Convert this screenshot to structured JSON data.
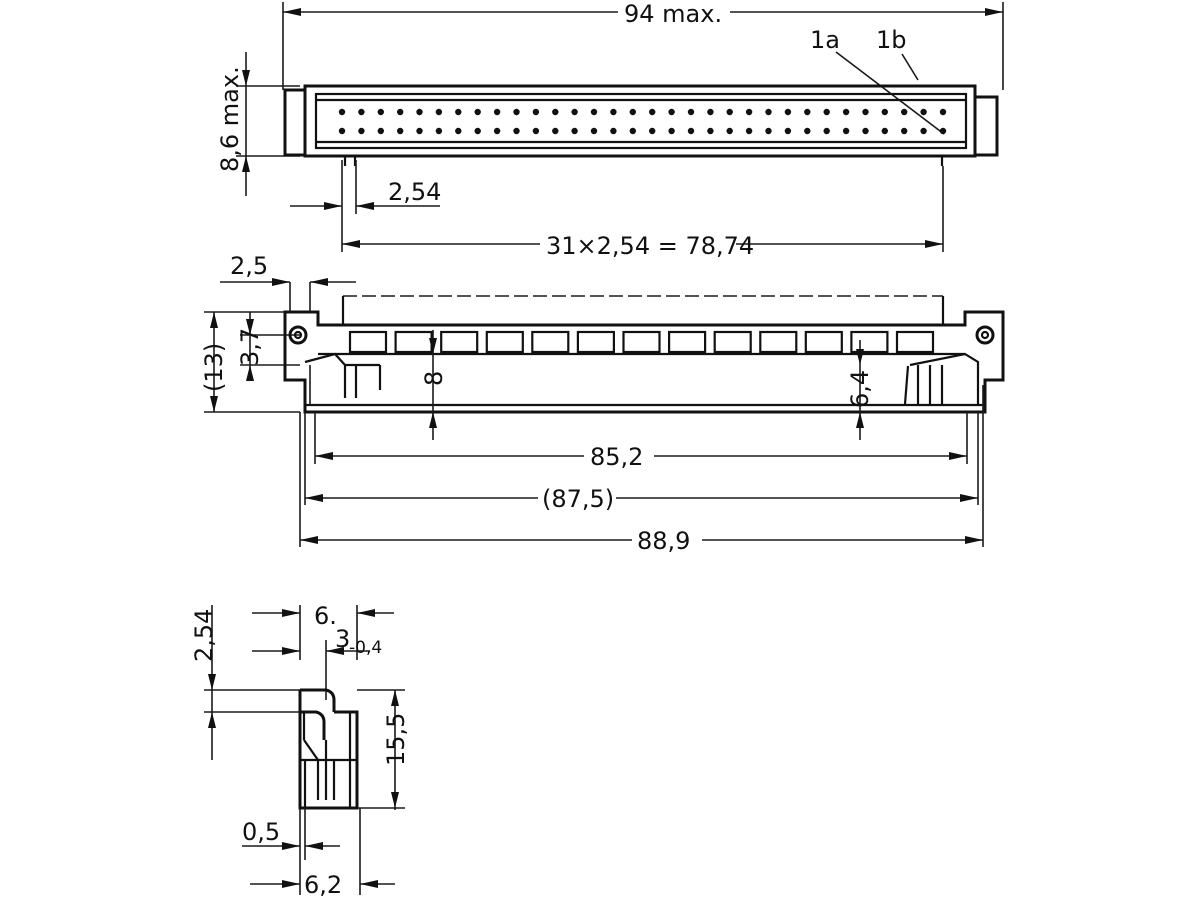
{
  "labels": {
    "width_max": "94 max.",
    "pin_1a": "1a",
    "pin_1b": "1b",
    "height_max": "8,6 max.",
    "pitch": "2,54",
    "pitch_span": "31×2,54 = 78,74",
    "flange": "2,5",
    "total_height": "(13)",
    "hole_height": "3,7",
    "depth_8": "8",
    "depth_6_4": "6,4",
    "inner_length": "85,2",
    "hole_spacing": "(87,5)",
    "overall_length": "88,9",
    "side_pitch": "2,54",
    "side_width": "6.",
    "side_offset": "3",
    "side_offset_tol": "-0,4",
    "side_height": "15,5",
    "wall": "0,5",
    "base_width": "6,2"
  },
  "pins": {
    "rows": 2,
    "per_row": 32
  }
}
